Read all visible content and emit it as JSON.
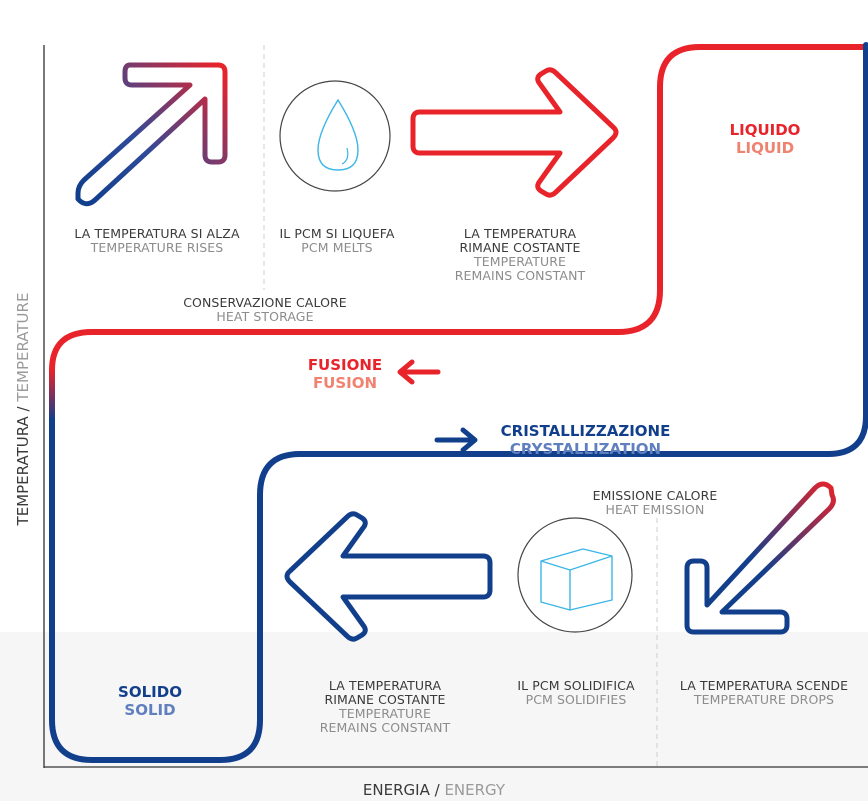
{
  "axes": {
    "x": {
      "it": "ENERGIA",
      "sep": " / ",
      "en": "ENERGY"
    },
    "y": {
      "it": "TEMPERATURA",
      "sep": " / ",
      "en": "TEMPERATURE"
    }
  },
  "states": {
    "liquid": {
      "it": "LIQUIDO",
      "en": "LIQUID"
    },
    "solid": {
      "it": "SOLIDO",
      "en": "SOLID"
    }
  },
  "transitions": {
    "fusion": {
      "it": "FUSIONE",
      "en": "FUSION"
    },
    "crystallization": {
      "it": "CRISTALLIZZAZIONE",
      "en": "CRYSTALLIZATION"
    }
  },
  "phases": {
    "heat_storage": {
      "it": "CONSERVAZIONE CALORE",
      "en": "HEAT STORAGE"
    },
    "heat_emission": {
      "it": "EMISSIONE CALORE",
      "en": "HEAT EMISSION"
    }
  },
  "steps": {
    "temp_rises": {
      "it": "LA TEMPERATURA SI ALZA",
      "en": "TEMPERATURE RISES"
    },
    "pcm_melts": {
      "it": "IL PCM SI LIQUEFA",
      "en": "PCM MELTS"
    },
    "temp_constant_top": {
      "it1": "LA TEMPERATURA",
      "it2": "RIMANE COSTANTE",
      "en1": "TEMPERATURE",
      "en2": "REMAINS CONSTANT"
    },
    "temp_constant_bottom": {
      "it1": "LA TEMPERATURA",
      "it2": "RIMANE COSTANTE",
      "en1": "TEMPERATURE",
      "en2": "REMAINS CONSTANT"
    },
    "pcm_solidifies": {
      "it": "IL PCM SOLIDIFICA",
      "en": "PCM SOLIDIFIES"
    },
    "temp_drops": {
      "it": "LA TEMPERATURA SCENDE",
      "en": "TEMPERATURE DROPS"
    }
  },
  "icons": {
    "droplet": "droplet-icon",
    "cube": "ice-cube-icon",
    "arrows": [
      "arrow-up-right-icon",
      "arrow-right-icon",
      "arrow-left-icon",
      "arrow-down-left-icon"
    ]
  },
  "colors": {
    "red": "#e8232a",
    "red_light": "#f08270",
    "blue": "#123f8c",
    "blue_light": "#5f7fbe",
    "icon_stroke": "#3cb6e6"
  }
}
